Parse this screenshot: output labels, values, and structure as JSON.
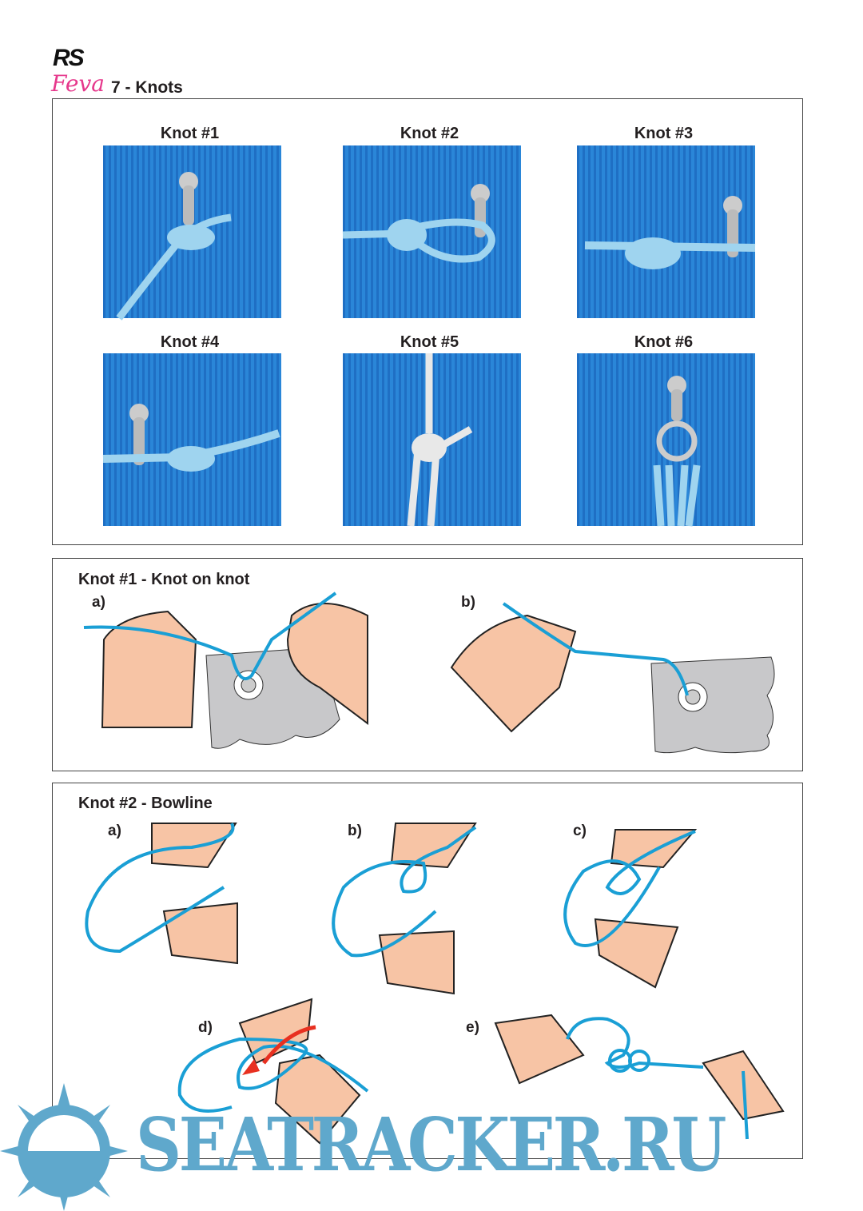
{
  "logo": {
    "line1": "RS",
    "line2": "Feva"
  },
  "section_title": "7 - Knots",
  "photos": {
    "titles": [
      "Knot #1",
      "Knot #2",
      "Knot #3",
      "Knot #4",
      "Knot #5",
      "Knot #6"
    ]
  },
  "knot1": {
    "title": "Knot #1 - Knot on knot",
    "steps": [
      "a)",
      "b)"
    ]
  },
  "knot2": {
    "title": "Knot #2 - Bowline",
    "steps": [
      "a)",
      "b)",
      "c)",
      "d)",
      "e)"
    ]
  },
  "watermark": "SEATRACKER.RU",
  "colors": {
    "rope": "#1a9fd5",
    "hand": "#f7c4a5",
    "backdrop": "#2a86d8",
    "watermark": "#5fa8cc",
    "logo_pink": "#e6388c"
  }
}
